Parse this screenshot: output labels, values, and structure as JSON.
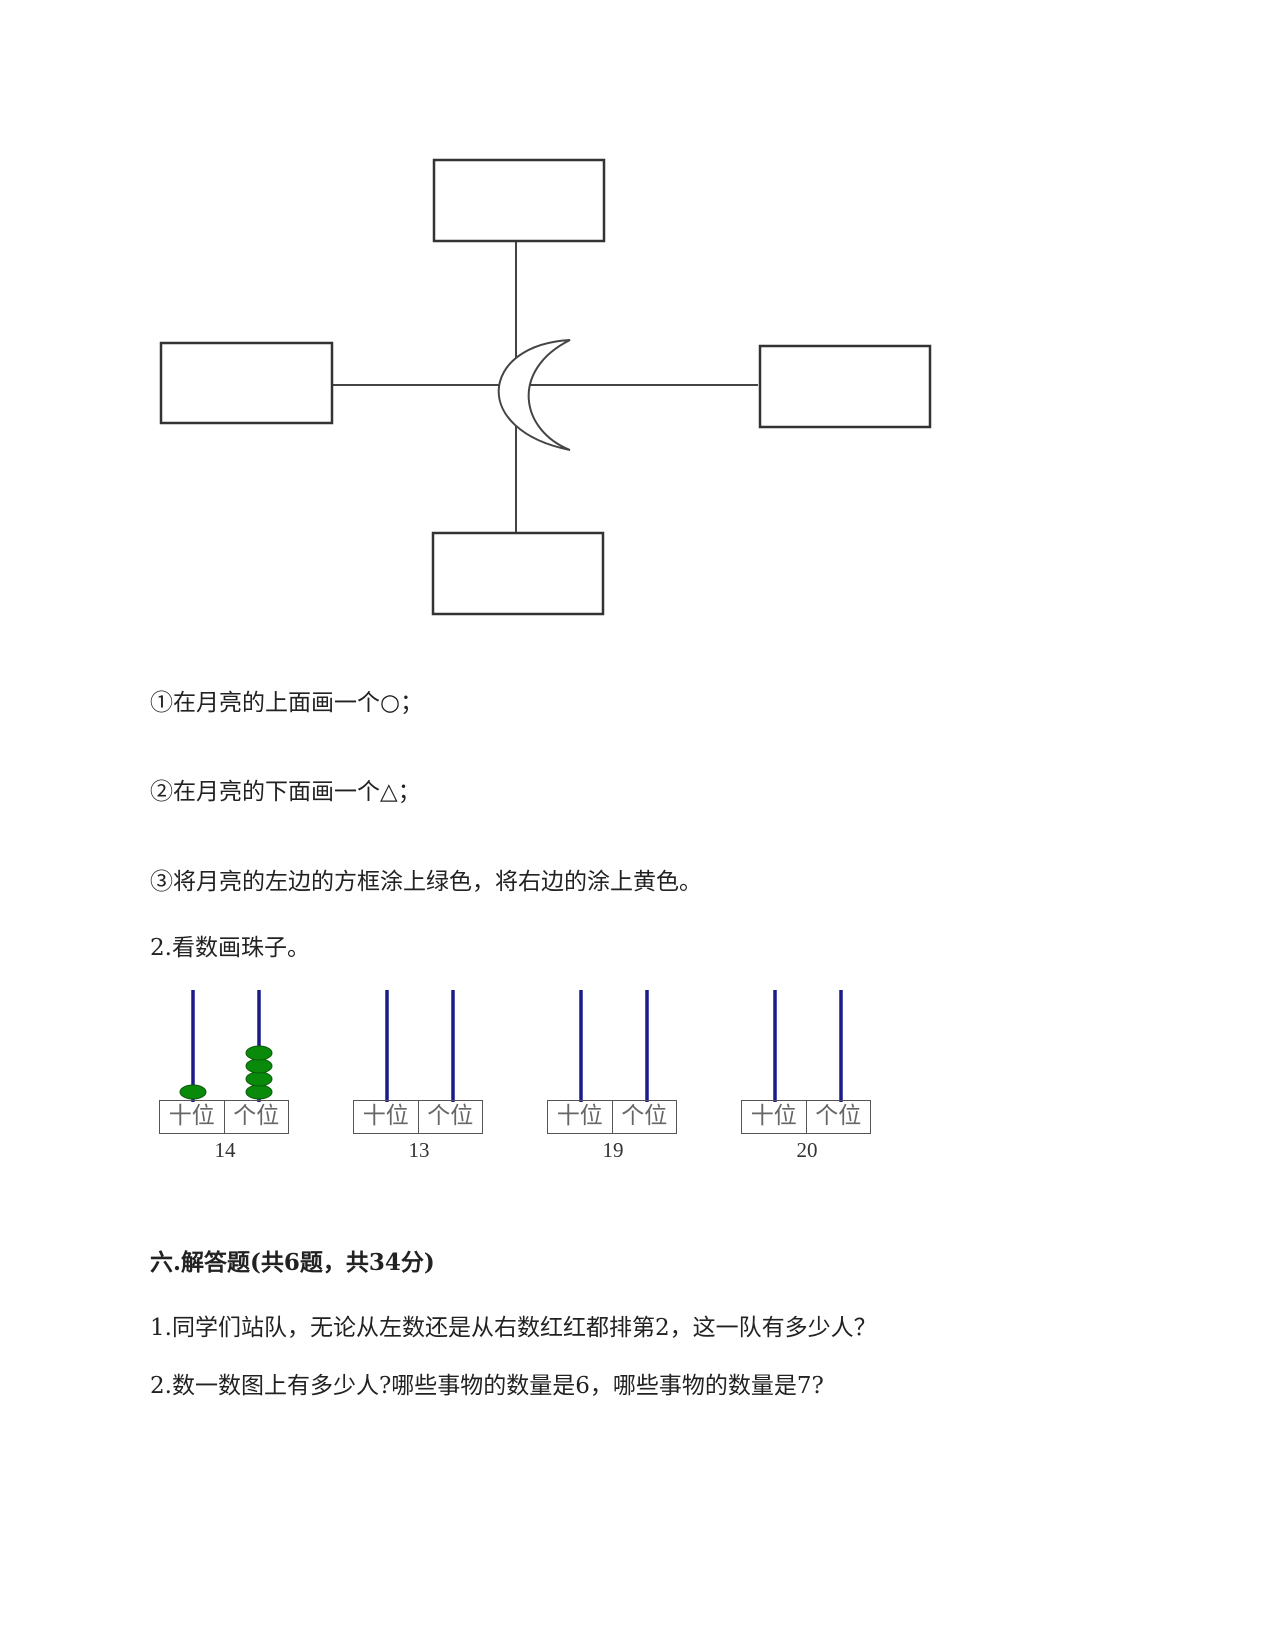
{
  "instructions": [
    "①在月亮的上面画一个○；",
    "②在月亮的下面画一个△；",
    "③将月亮的左边的方框涂上绿色，将右边的涂上黄色。"
  ],
  "question2_title": "2.看数画珠子。",
  "abacus": {
    "tens_label": "十位",
    "ones_label": "个位",
    "rod_color": "#1a1a8a",
    "bead_color": "#0a8a0a",
    "items": [
      {
        "number": "14",
        "tens_beads": 1,
        "ones_beads": 4
      },
      {
        "number": "13",
        "tens_beads": 0,
        "ones_beads": 0
      },
      {
        "number": "19",
        "tens_beads": 0,
        "ones_beads": 0
      },
      {
        "number": "20",
        "tens_beads": 0,
        "ones_beads": 0
      }
    ]
  },
  "section_heading": "六.解答题(共6题，共34分)",
  "problems": [
    "1.同学们站队，无论从左数还是从右数红红都排第2，这一队有多少人？",
    "2.数一数图上有多少人?哪些事物的数量是6，哪些事物的数量是7?"
  ]
}
